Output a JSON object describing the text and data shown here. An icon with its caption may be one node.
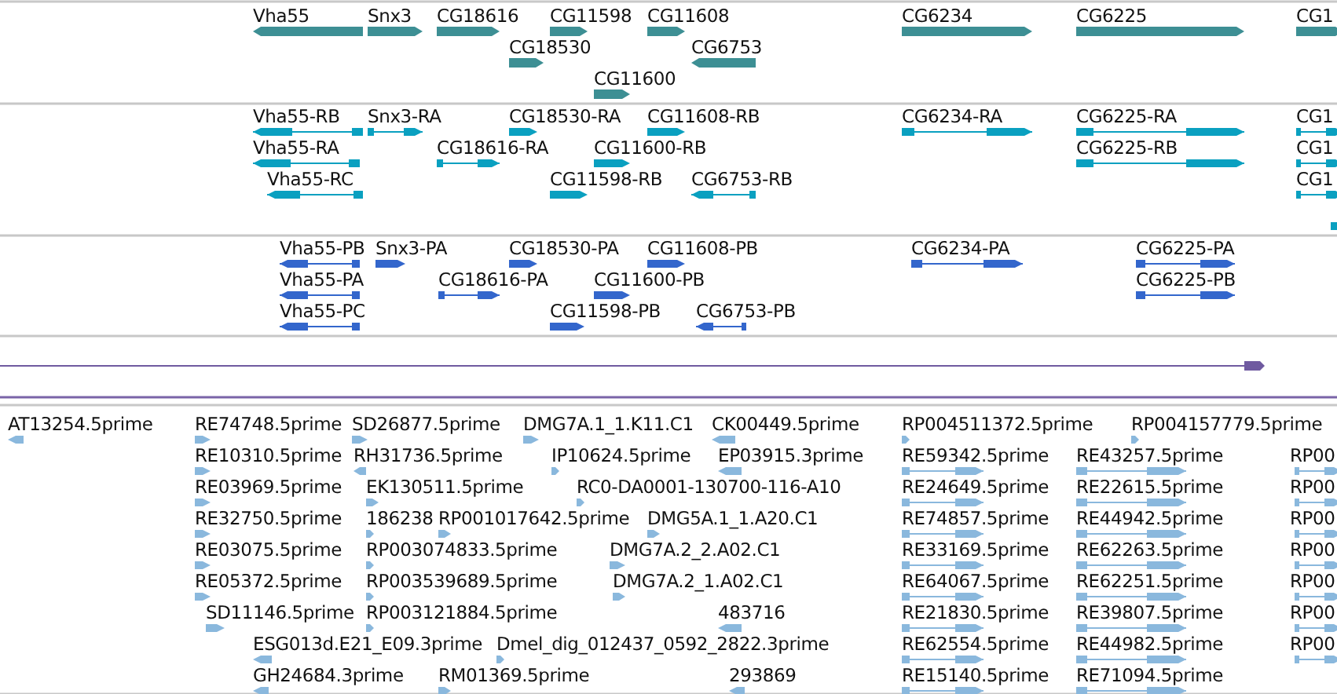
{
  "diagram": {
    "labels": [
      "Vha55",
      "Snx3",
      "CG18616",
      "CG11598",
      "CG11608",
      "CG6234",
      "CG6225",
      "CG1",
      "CG18530",
      "CG6753",
      "CG11600",
      "Vha55-RB",
      "Snx3-RA",
      "CG18530-RA",
      "CG11608-RB",
      "CG6234-RA",
      "CG6225-RA",
      "CG1",
      "Vha55-RA",
      "CG18616-RA",
      "CG11600-RB",
      "CG6225-RB",
      "CG1",
      "Vha55-RC",
      "CG11598-RB",
      "CG6753-RB",
      "CG1",
      "Vha55-PB",
      "Snx3-PA",
      "CG18530-PA",
      "CG11608-PB",
      "CG6234-PA",
      "CG6225-PA",
      "Vha55-PA",
      "CG18616-PA",
      "CG11600-PB",
      "CG6225-PB",
      "Vha55-PC",
      "CG11598-PB",
      "CG6753-PB",
      "AT13254.5prime",
      "RE74748.5prime",
      "SD26877.5prime",
      "DMG7A.1_1.K11.C1",
      "CK00449.5prime",
      "RP004511372.5prime",
      "RP004157779.5prime",
      "RE10310.5prime",
      "RH31736.5prime",
      "IP10624.5prime",
      "EP03915.3prime",
      "RE59342.5prime",
      "RE43257.5prime",
      "RP00",
      "RE03969.5prime",
      "EK130511.5prime",
      "RC0-DA0001-130700-116-A10",
      "RE24649.5prime",
      "RE22615.5prime",
      "RP00",
      "RE32750.5prime",
      "186238",
      "RP001017642.5prime",
      "DMG5A.1_1.A20.C1",
      "RE74857.5prime",
      "RE44942.5prime",
      "RP00",
      "RE03075.5prime",
      "RP003074833.5prime",
      "DMG7A.2_2.A02.C1",
      "RE33169.5prime",
      "RE62263.5prime",
      "RP00",
      "RE05372.5prime",
      "RP003539689.5prime",
      "DMG7A.2_1.A02.C1",
      "RE64067.5prime",
      "RE62251.5prime",
      "RP00",
      "SD11146.5prime",
      "RP003121884.5prime",
      "483716",
      "RE21830.5prime",
      "RE39807.5prime",
      "RP00",
      "ESG013d.E21_E09.3prime",
      "Dmel_dig_012437_0592_2822.3prime",
      "RE62554.5prime",
      "RE44982.5prime",
      "RP00",
      "GH24684.3prime",
      "RM01369.5prime",
      "293869",
      "RE15140.5prime",
      "RE71094.5prime"
    ]
  }
}
